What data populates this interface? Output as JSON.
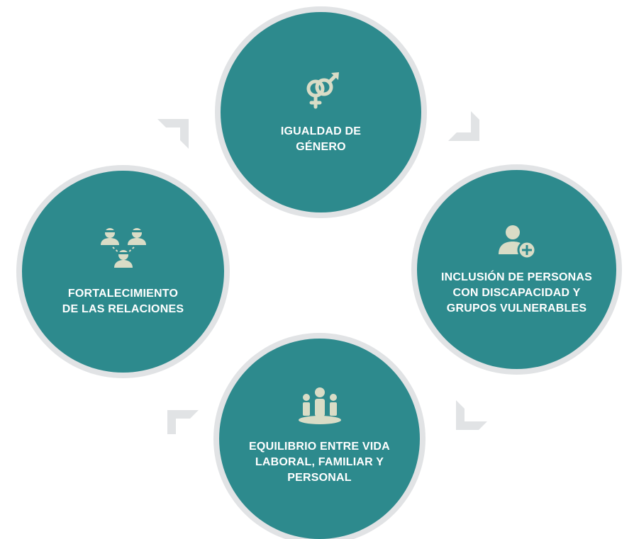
{
  "colors": {
    "circle_fill": "#2d8a8d",
    "circle_ring": "#e1e3e5",
    "icon_color": "#d9dcc6",
    "arrow_color": "#e1e3e5",
    "text_color": "#ffffff"
  },
  "nodes": [
    {
      "id": "top",
      "icon": "gender-symbols-icon",
      "label": "IGUALDAD DE\nGÉNERO"
    },
    {
      "id": "right",
      "icon": "person-add-icon",
      "label": "INCLUSIÓN DE PERSONAS\nCON DISCAPACIDAD Y\nGRUPOS VULNERABLES"
    },
    {
      "id": "bottom",
      "icon": "team-icon",
      "label": "EQUILIBRIO ENTRE VIDA\nLABORAL, FAMILIAR Y\nPERSONAL"
    },
    {
      "id": "left",
      "icon": "network-people-icon",
      "label": "FORTALECIMIENTO\nDE LAS RELACIONES"
    }
  ],
  "arrows": [
    {
      "from": "top",
      "to": "right",
      "icon": "corner-arrow-icon"
    },
    {
      "from": "right",
      "to": "bottom",
      "icon": "corner-arrow-icon"
    },
    {
      "from": "bottom",
      "to": "left",
      "icon": "corner-arrow-icon"
    },
    {
      "from": "left",
      "to": "top",
      "icon": "corner-arrow-icon"
    }
  ]
}
